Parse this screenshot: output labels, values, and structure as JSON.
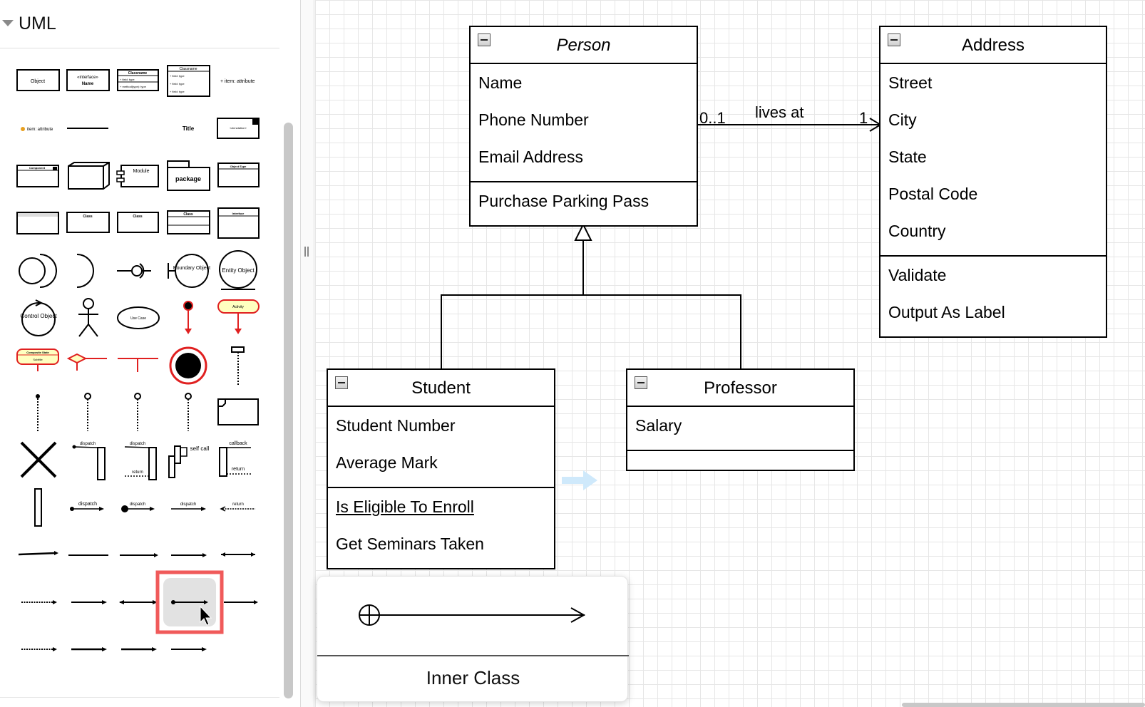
{
  "sidebar": {
    "title": "UML",
    "shapes": {
      "object": "Object",
      "interface_stereotype": "«interface»",
      "interface_name": "Name",
      "classname": "Classname",
      "field_type": "+ field: type",
      "method_type": "+ method(type): type",
      "item_attribute": "+ item: attribute",
      "item_attribute_icon": "item: attribute",
      "title": "Title",
      "annotation": "«Annotation»",
      "component": "Component",
      "module": "Module",
      "package": "package",
      "object_type": "Object:Type",
      "class": "Class",
      "interface": "Interface",
      "boundary_object": "Boundary Object",
      "entity_object": "Entity Object",
      "control_object": "Control Object",
      "use_case": "Use Case",
      "activity": "Activity",
      "composite_state": "Composite State",
      "subtitle": "Subtitle",
      "dispatch": "dispatch",
      "return": "return",
      "self_call": "self call",
      "callback": "callback"
    }
  },
  "diagram": {
    "person": {
      "name": "Person",
      "attributes": [
        "Name",
        "Phone Number",
        "Email Address"
      ],
      "operations": [
        "Purchase Parking Pass"
      ]
    },
    "address": {
      "name": "Address",
      "attributes": [
        "Street",
        "City",
        "State",
        "Postal Code",
        "Country"
      ],
      "operations": [
        "Validate",
        "Output As Label"
      ]
    },
    "student": {
      "name": "Student",
      "attributes": [
        "Student Number",
        "Average Mark"
      ],
      "operations": [
        "Is Eligible To Enroll",
        "Get Seminars Taken"
      ]
    },
    "professor": {
      "name": "Professor",
      "attributes": [
        "Salary"
      ],
      "operations": []
    },
    "association": {
      "label": "lives at",
      "source_multiplicity": "0..1",
      "target_multiplicity": "1"
    }
  },
  "preview": {
    "label": "Inner Class"
  },
  "colors": {
    "highlight": "#f05a5a",
    "red_shape": "#e02020",
    "yellow_fill": "#ffffc0",
    "hover_arrow": "#cfe9fb",
    "grid": "#e6e6e6"
  }
}
